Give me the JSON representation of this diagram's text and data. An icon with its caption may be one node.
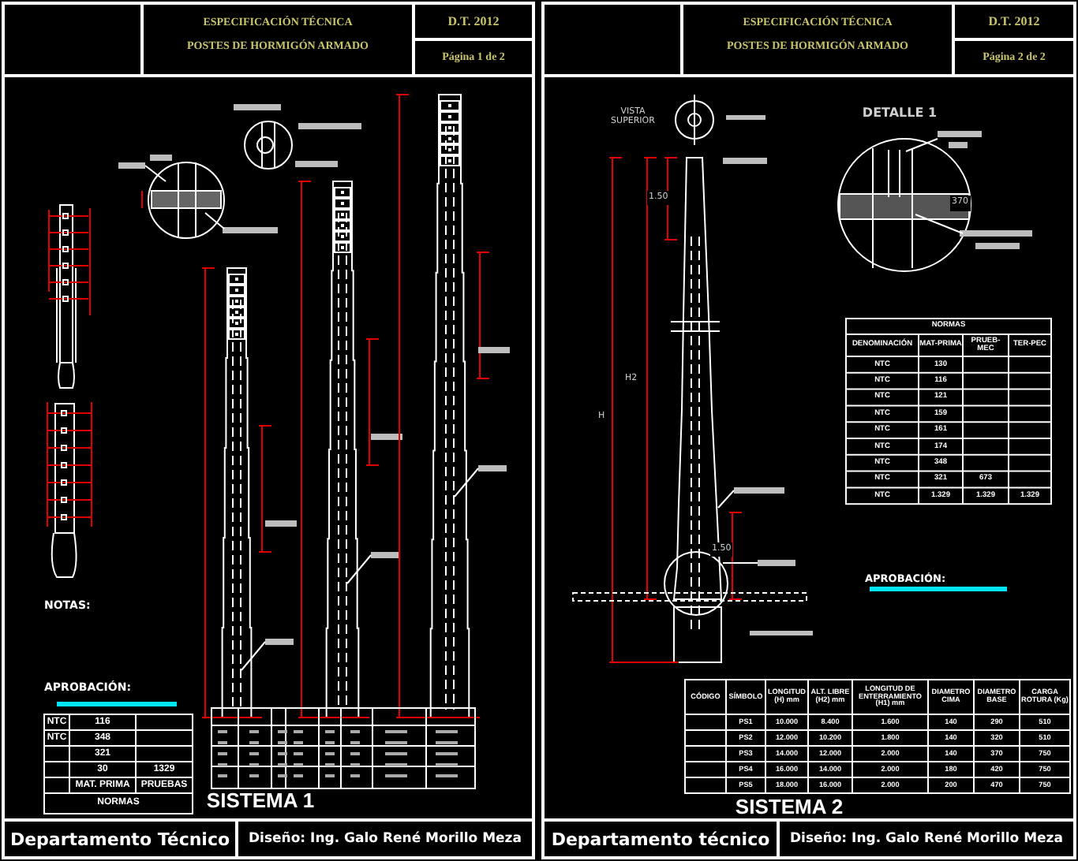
{
  "diagram": {
    "labels": [
      "ESPECIFICACIÓN TÉCNICA",
      "POSTES DE HORMIGÓN ARMADO",
      "D.T. 2012",
      "Página 1 de 2",
      "NOTAS:",
      "APROBACIÓN:",
      "NTC",
      "116",
      "NTC",
      "348",
      "321",
      "30",
      "1329",
      "MAT. PRIMA",
      "PRUEBAS",
      "NORMAS",
      "SISTEMA 1",
      "Departamento Técnico",
      "Diseño: Ing. Galo René Morillo Meza",
      "ESPECIFICACIÓN TÉCNICA",
      "POSTES DE HORMIGÓN ARMADO",
      "D.T. 2012",
      "Página 2 de 2",
      "VISTA SUPERIOR",
      "DETALLE 1",
      "370",
      "1.50",
      "H2",
      "H",
      "NORMAS",
      "DENOMINACIÓN",
      "MAT-PRIMA",
      "PRUEB-MEC",
      "TER-PEC",
      "NTC",
      "130",
      "NTC",
      "116",
      "NTC",
      "121",
      "NTC",
      "159",
      "NTC",
      "161",
      "NTC",
      "174",
      "NTC",
      "348",
      "NTC",
      "321",
      "673",
      "NTC",
      "1.329",
      "1.329",
      "1.329",
      "1.50",
      "APROBACIÓN:",
      "CÓDIGO",
      "SÍMBOLO",
      "LONGITUD (H) mm",
      "ALT. LIBRE (H2) mm",
      "LONGITUD DE ENTERRAMIENTO (H1) mm",
      "DIAMETRO CIMA",
      "DIAMETRO BASE",
      "CARGA ROTURA (Kg)",
      "PS1",
      "10.000",
      "8.400",
      "1.600",
      "140",
      "290",
      "510",
      "PS2",
      "12.000",
      "10.200",
      "1.800",
      "140",
      "320",
      "510",
      "PS3",
      "14.000",
      "12.000",
      "2.000",
      "140",
      "370",
      "750",
      "PS4",
      "16.000",
      "14.000",
      "2.000",
      "180",
      "420",
      "750",
      "PS5",
      "18.000",
      "16.000",
      "2.000",
      "200",
      "470",
      "750",
      "SISTEMA 2",
      "Departamento técnico",
      "Diseño: Ing. Galo René Morillo Meza"
    ]
  }
}
